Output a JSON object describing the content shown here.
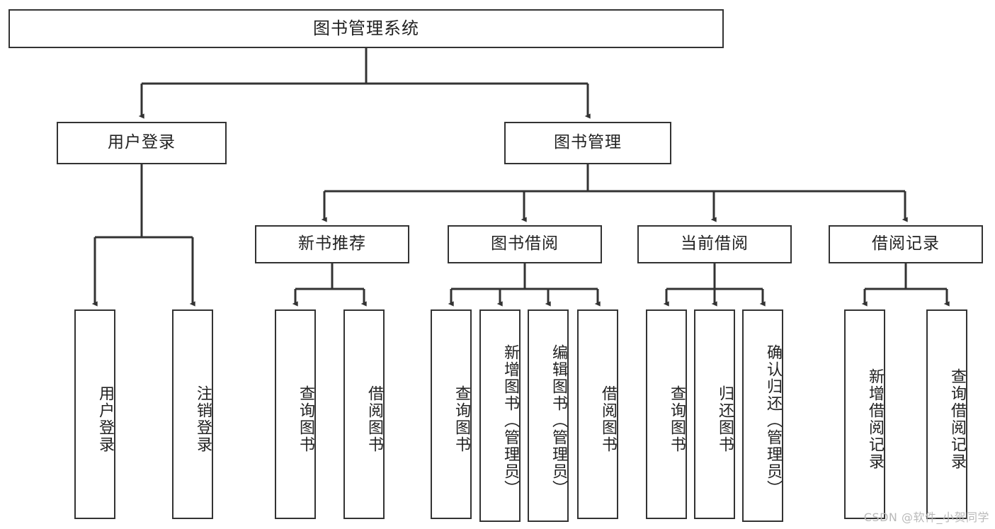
{
  "diagram": {
    "title": "图书管理系统",
    "type": "tree",
    "watermark": "CSDN @软件_小贺同学",
    "colors": {
      "box_border": "#333333",
      "box_fill": "#ffffff",
      "edge": "#333333",
      "text": "#222222",
      "watermark": "#b9b9b9"
    },
    "root": {
      "label": "图书管理系统"
    },
    "level2": [
      {
        "label": "用户登录"
      },
      {
        "label": "图书管理"
      }
    ],
    "level3": [
      {
        "label": "新书推荐"
      },
      {
        "label": "图书借阅"
      },
      {
        "label": "当前借阅"
      },
      {
        "label": "借阅记录"
      }
    ],
    "leaves": {
      "user_login": [
        {
          "label": "用户登录"
        },
        {
          "label": "注销登录"
        }
      ],
      "new_book_recommend": [
        {
          "label": "查询图书"
        },
        {
          "label": "借阅图书"
        }
      ],
      "book_borrow": [
        {
          "label": "查询图书"
        },
        {
          "label": "新增图书（管理员）"
        },
        {
          "label": "编辑图书（管理员）"
        },
        {
          "label": "借阅图书"
        }
      ],
      "current_borrow": [
        {
          "label": "查询图书"
        },
        {
          "label": "归还图书"
        },
        {
          "label": "确认归还（管理员）"
        }
      ],
      "borrow_record": [
        {
          "label": "新增借阅记录"
        },
        {
          "label": "查询借阅记录"
        }
      ]
    }
  }
}
